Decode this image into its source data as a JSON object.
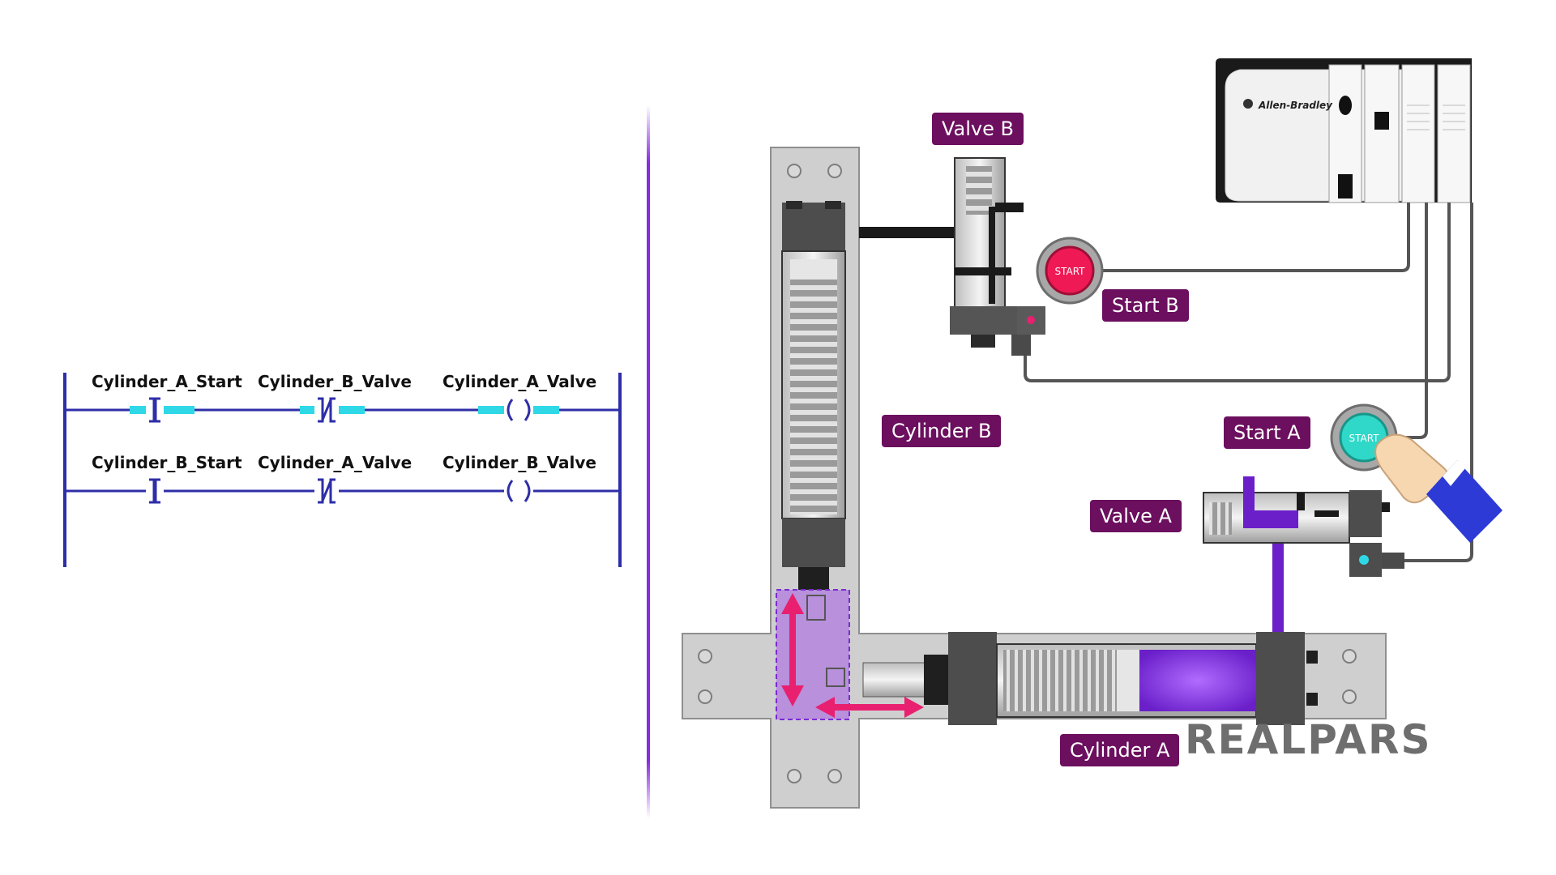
{
  "ladder": {
    "rung1": {
      "contact1": "Cylinder_A_Start",
      "contact2": "Cylinder_B_Valve",
      "coil": "Cylinder_A_Valve"
    },
    "rung2": {
      "contact1": "Cylinder_B_Start",
      "contact2": "Cylinder_A_Valve",
      "coil": "Cylinder_B_Valve"
    }
  },
  "machine": {
    "labels": {
      "valve_b": "Valve B",
      "start_b": "Start B",
      "cylinder_b": "Cylinder B",
      "start_a": "Start A",
      "valve_a": "Valve A",
      "cylinder_a": "Cylinder A"
    },
    "button_text_b": "START",
    "button_text_a": "START",
    "plc_brand": "Allen-Bradley"
  },
  "brand": "REALPARS",
  "colors": {
    "ladder_line": "#2e2ea8",
    "energized": "#2fd8e6",
    "divider": "#8a2be2",
    "tag_bg": "#6b0f5e",
    "fluid": "#7b2bd6",
    "arrow": "#e8206f"
  }
}
